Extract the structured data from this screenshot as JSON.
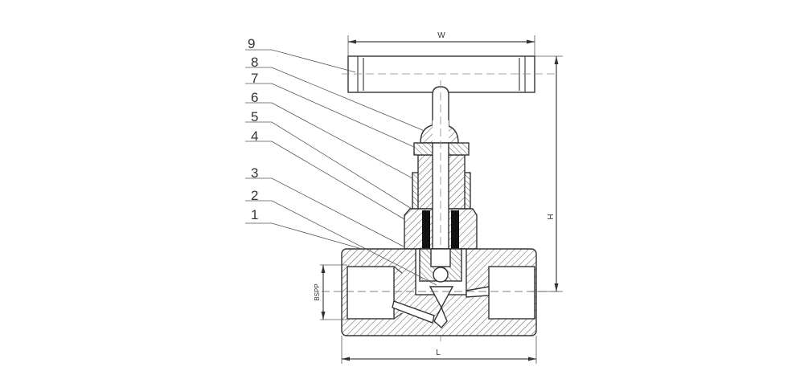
{
  "title": "Needle valve sectional drawing",
  "part_labels": [
    "9",
    "8",
    "7",
    "6",
    "5",
    "4",
    "3",
    "2",
    "1"
  ],
  "dimensions": {
    "width": "W",
    "height": "H",
    "length": "L",
    "thread": "BSPP"
  },
  "colors": {
    "line": "#333333",
    "packing": "#111111",
    "background": "#ffffff"
  }
}
